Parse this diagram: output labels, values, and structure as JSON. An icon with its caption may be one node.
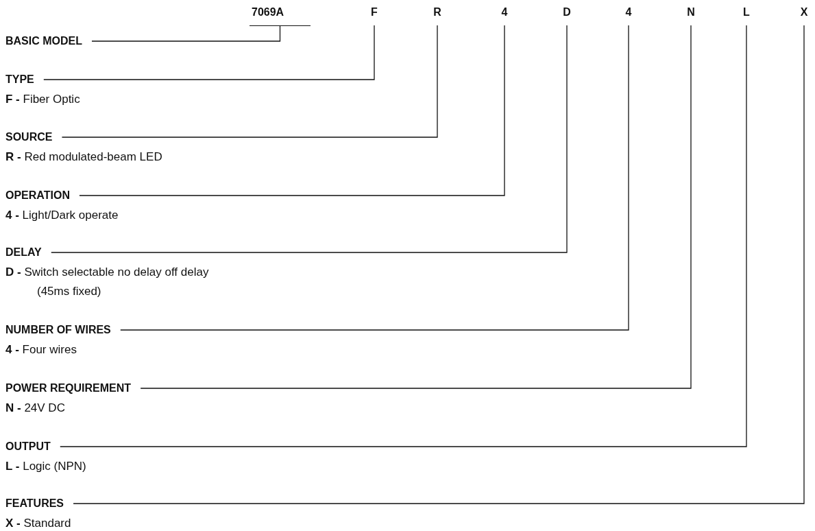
{
  "diagram": {
    "nodes": [
      {
        "text": [
          "7069A"
        ]
      },
      {
        "text": [
          "F"
        ]
      },
      {
        "text": [
          "R"
        ]
      },
      {
        "text": [
          "4"
        ]
      },
      {
        "text": [
          "D"
        ]
      },
      {
        "text": [
          "4"
        ]
      },
      {
        "text": [
          "N"
        ]
      },
      {
        "text": [
          "L"
        ]
      },
      {
        "text": [
          "X"
        ]
      },
      {
        "text": [
          "BASIC MODEL"
        ]
      },
      {
        "text": [
          "TYPE"
        ],
        "beside": [
          "**F -** Fiber Optic"
        ]
      },
      {
        "text": [
          "SOURCE"
        ],
        "beside": [
          "**R -** Red modulated-beam LED"
        ]
      },
      {
        "text": [
          "OPERATION"
        ],
        "beside": [
          "**4 -** Light/Dark operate"
        ]
      },
      {
        "text": [
          "DELAY"
        ],
        "beside": [
          "**D -** Switch selectable no delay off delay (45ms fixed)"
        ]
      },
      {
        "text": [
          "NUMBER OF WIRES"
        ],
        "beside": [
          "**4 -** Four wires"
        ]
      },
      {
        "text": [
          "POWER REQUIREMENT"
        ],
        "beside": [
          "**N -** 24V DC"
        ]
      },
      {
        "text": [
          "OUTPUT"
        ],
        "beside": [
          "**L -** Logic (NPN)"
        ]
      },
      {
        "text": [
          "FEATURES"
        ],
        "beside": [
          "**X -** Standard"
        ]
      }
    ],
    "edges": [
      {
        "from": 9,
        "to": 0,
        "arrow": "none"
      },
      {
        "from": 10,
        "to": 1,
        "arrow": "none"
      },
      {
        "from": 11,
        "to": 2,
        "arrow": "none"
      },
      {
        "from": 12,
        "to": 3,
        "arrow": "none"
      },
      {
        "from": 13,
        "to": 4,
        "arrow": "none"
      },
      {
        "from": 14,
        "to": 5,
        "arrow": "none"
      },
      {
        "from": 15,
        "to": 6,
        "arrow": "none"
      },
      {
        "from": 16,
        "to": 7,
        "arrow": "none"
      },
      {
        "from": 17,
        "to": 8,
        "arrow": "none"
      }
    ]
  }
}
